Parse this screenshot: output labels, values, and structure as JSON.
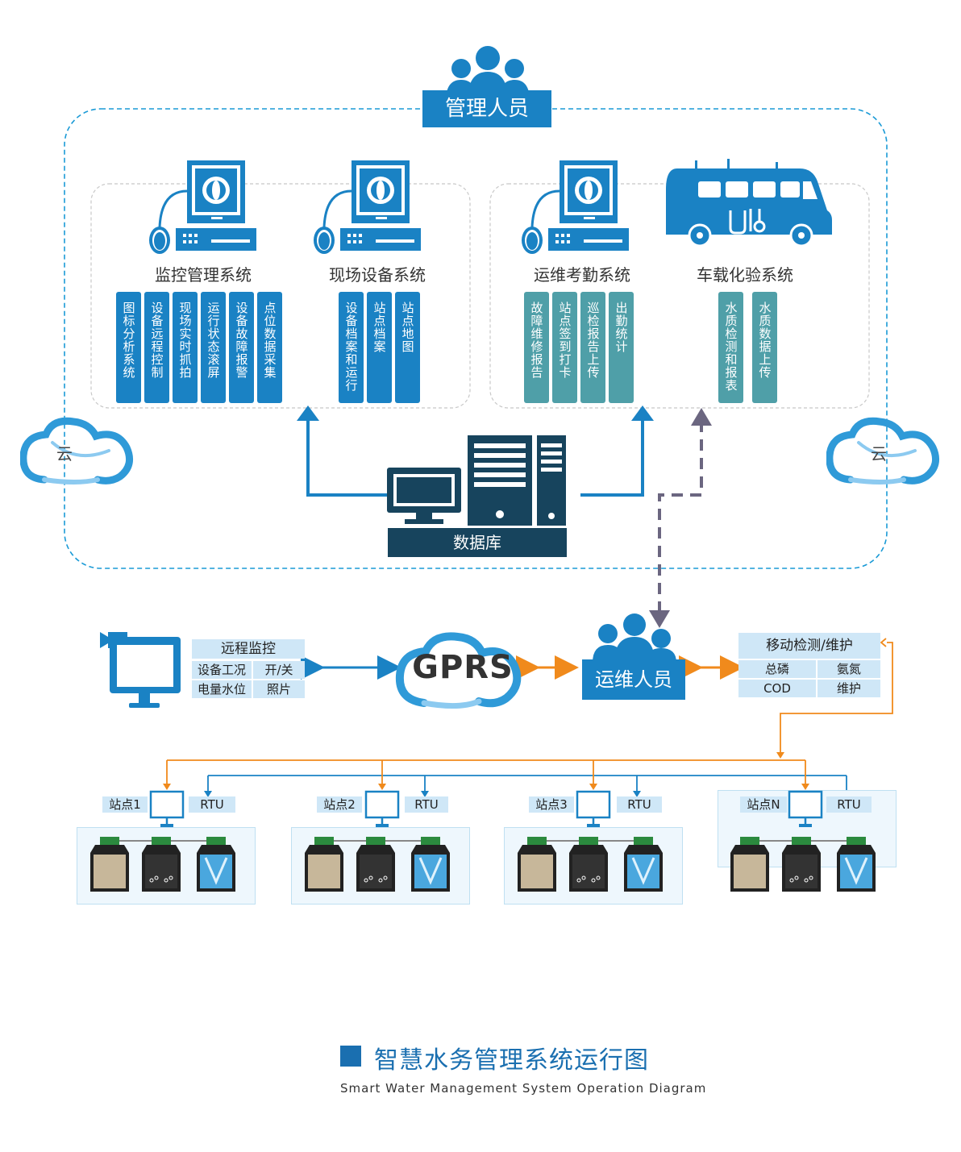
{
  "manager": {
    "label": "管理人员"
  },
  "systems": [
    {
      "title": "监控管理系统",
      "items": [
        "图标分析系统",
        "设备远程控制",
        "现场实时抓拍",
        "运行状态滚屏",
        "设备故障报警",
        "点位数据采集"
      ]
    },
    {
      "title": "现场设备系统",
      "items": [
        "设备档案和运行",
        "站点档案",
        "站点地图"
      ]
    },
    {
      "title": "运维考勤系统",
      "items": [
        "故障维修报告",
        "站点签到打卡",
        "巡检报告上传",
        "出勤统计"
      ]
    },
    {
      "title": "车载化验系统",
      "items": [
        "水质检测和报表",
        "水质数据上传"
      ]
    }
  ],
  "cloud_label": "云",
  "database": {
    "label": "数据库"
  },
  "remote": {
    "title": "远程监控",
    "cells": [
      [
        "设备工况",
        "开/关"
      ],
      [
        "电量水位",
        "照片"
      ]
    ]
  },
  "gprs": {
    "label": "GPRS"
  },
  "ops": {
    "label": "运维人员"
  },
  "mobile": {
    "title": "移动检测/维护",
    "cells": [
      [
        "总磷",
        "氨氮"
      ],
      [
        "COD",
        "维护"
      ]
    ]
  },
  "stations": [
    {
      "name": "站点1",
      "rtu": "RTU"
    },
    {
      "name": "站点2",
      "rtu": "RTU"
    },
    {
      "name": "站点3",
      "rtu": "RTU"
    },
    {
      "name": "站点N",
      "rtu": "RTU"
    }
  ],
  "legend": {
    "title": "智慧水务管理系统运行图",
    "subtitle": "Smart Water Management System Operation Diagram"
  },
  "colors": {
    "blue": "#1a82c4",
    "teal": "#4f9fa8",
    "dark": "#17445d",
    "orange": "#f08a1c",
    "purple": "#6b6680",
    "light": "#cfe7f7"
  }
}
